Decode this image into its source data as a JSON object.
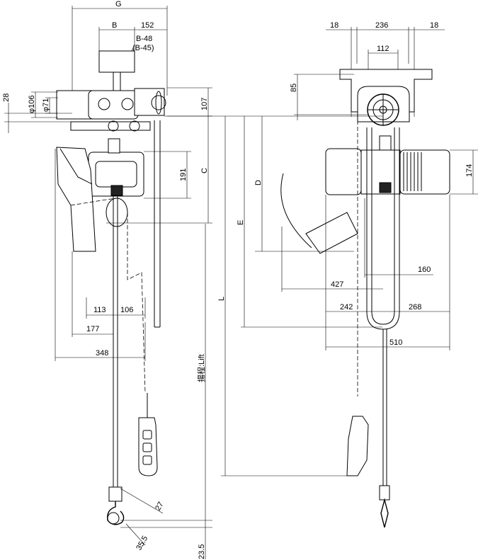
{
  "dimensions": {
    "G": "G",
    "B": "B",
    "d152": "152",
    "b48": "B-48",
    "b45": "(B-45)",
    "d28": "28",
    "phi106": "φ106",
    "phi71": "φ71",
    "d107": "107",
    "d191": "191",
    "C": "C",
    "d113": "113",
    "d106": "106",
    "d177": "177",
    "d348": "348",
    "lift": "揚程:Lift",
    "d27": "27",
    "d35_5": "35.5",
    "d23_5": "23.5",
    "d18a": "18",
    "d236": "236",
    "d18b": "18",
    "d112": "112",
    "d85": "85",
    "d174": "174",
    "D": "D",
    "E": "E",
    "L": "L",
    "d160": "160",
    "d427": "427",
    "d242": "242",
    "d268": "268",
    "d510": "510"
  }
}
